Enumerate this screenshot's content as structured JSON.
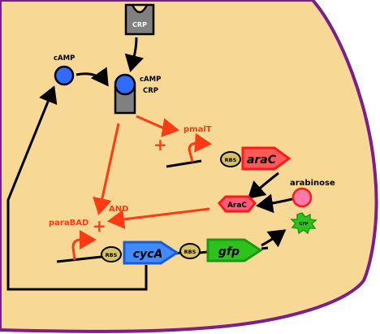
{
  "labels": {
    "crp_top": "CRP",
    "camp_free": "cAMP",
    "camp_bound": "cAMP",
    "crp_bound": "CRP",
    "pmalt": "pmalT",
    "plus_pmalt": "+",
    "rbs_arac": "RBS",
    "arac_gene": "araC",
    "arabinose": "arabinose",
    "arac_protein": "AraC",
    "and": "AND",
    "parabad": "paraBAD",
    "plus_parabad": "+",
    "rbs_cyca": "RBS",
    "cyca_gene": "cycA",
    "rbs_gfp": "RBS",
    "gfp_gene": "gfp",
    "gfp_protein": "GFP"
  },
  "colors": {
    "cell_fill": "#f7d894",
    "membrane": "#7a1f8c",
    "activation": "#ff3a14",
    "camp": "#2f6bff",
    "arac": "#ff5a5a",
    "arabinose": "#ff7aa8",
    "cyca": "#3f8bff",
    "gfp": "#2ec21e",
    "rbs": "#d8c066",
    "crp": "#808080"
  }
}
